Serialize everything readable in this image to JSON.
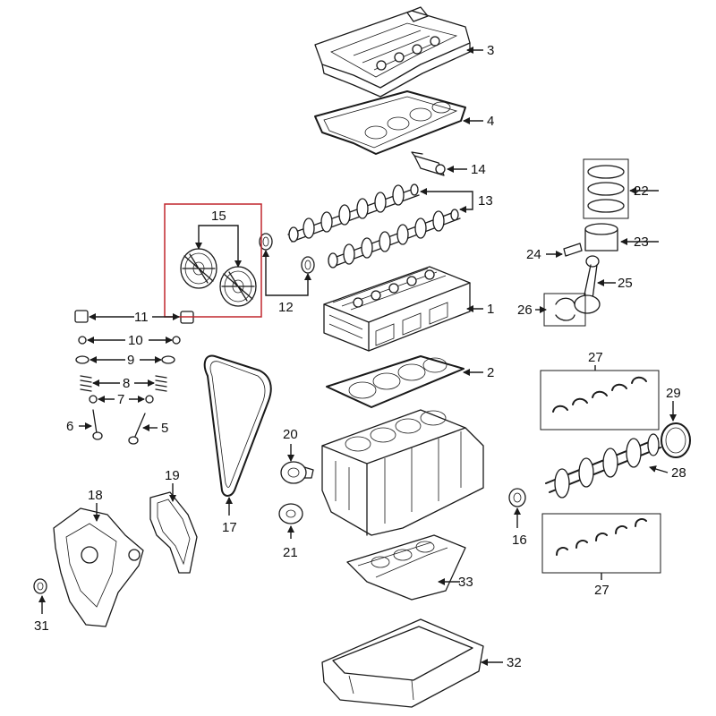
{
  "highlight_color": "#c0272d",
  "callouts": [
    {
      "id": "c1",
      "label": "1"
    },
    {
      "id": "c2",
      "label": "2"
    },
    {
      "id": "c3",
      "label": "3"
    },
    {
      "id": "c4",
      "label": "4"
    },
    {
      "id": "c5",
      "label": "5"
    },
    {
      "id": "c6",
      "label": "6"
    },
    {
      "id": "c7",
      "label": "7"
    },
    {
      "id": "c8",
      "label": "8"
    },
    {
      "id": "c9",
      "label": "9"
    },
    {
      "id": "c10",
      "label": "10"
    },
    {
      "id": "c11",
      "label": "11"
    },
    {
      "id": "c12",
      "label": "12"
    },
    {
      "id": "c13",
      "label": "13"
    },
    {
      "id": "c14",
      "label": "14"
    },
    {
      "id": "c15",
      "label": "15"
    },
    {
      "id": "c16",
      "label": "16"
    },
    {
      "id": "c17",
      "label": "17"
    },
    {
      "id": "c18",
      "label": "18"
    },
    {
      "id": "c19",
      "label": "19"
    },
    {
      "id": "c20",
      "label": "20"
    },
    {
      "id": "c21",
      "label": "21"
    },
    {
      "id": "c22",
      "label": "22"
    },
    {
      "id": "c23",
      "label": "23"
    },
    {
      "id": "c24",
      "label": "24"
    },
    {
      "id": "c25",
      "label": "25"
    },
    {
      "id": "c26",
      "label": "26"
    },
    {
      "id": "c27a",
      "label": "27"
    },
    {
      "id": "c27b",
      "label": "27"
    },
    {
      "id": "c28",
      "label": "28"
    },
    {
      "id": "c29",
      "label": "29"
    },
    {
      "id": "c31",
      "label": "31"
    },
    {
      "id": "c32",
      "label": "32"
    },
    {
      "id": "c33",
      "label": "33"
    }
  ],
  "highlighted_callout": "15"
}
